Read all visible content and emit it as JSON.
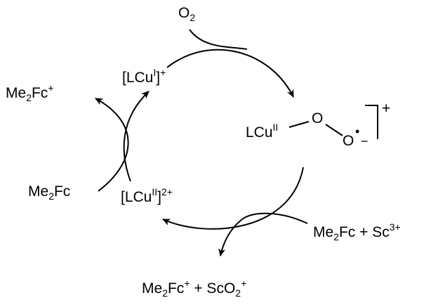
{
  "colors": {
    "ink": "#000000",
    "background": "#ffffff"
  },
  "species": {
    "o2": {
      "main": "O",
      "sub": "2"
    },
    "lcu_i": {
      "main": "[LCu",
      "sup1": "I",
      "close": "]",
      "sup2": "+"
    },
    "lcu_ii_oo": {
      "main": "LCu",
      "sup": "II",
      "o1": "O",
      "o2": "O",
      "radical": "•",
      "minus": "−",
      "bracket_charge": "+"
    },
    "lcu_ii_2": {
      "main": "[LCu",
      "sup1": "II",
      "close": "]",
      "sup2": "2+"
    },
    "me2fc_top": {
      "a": "Me",
      "sub": "2",
      "b": "Fc",
      "sup": "+"
    },
    "me2fc_left": {
      "a": "Me",
      "sub": "2",
      "b": "Fc"
    },
    "me2fc_sc": {
      "a": "Me",
      "sub": "2",
      "b": "Fc + Sc",
      "sup": "3+"
    },
    "products": {
      "a": "Me",
      "sub1": "2",
      "b": "Fc",
      "sup1": "+",
      "c": " + ScO",
      "sub2": "2",
      "sup2": "+"
    }
  }
}
